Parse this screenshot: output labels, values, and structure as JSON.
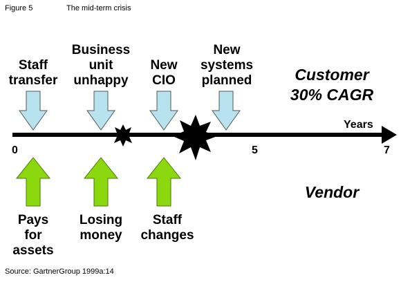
{
  "figure": {
    "label": "Figure 5",
    "title": "The mid-term crisis"
  },
  "source": "Source: GartnerGroup 1999a:14",
  "customer_events": [
    "Staff\ntransfer",
    "Business\nunit\nunhappy",
    "New\nCIO",
    "New\nsystems\nplanned"
  ],
  "vendor_events": [
    "Pays\nfor\nassets",
    "Losing\nmoney",
    "Staff\nchanges"
  ],
  "side_labels": {
    "customer": "Customer\n30% CAGR",
    "vendor": "Vendor"
  },
  "timeline": {
    "axis_label": "Years",
    "ticks": [
      "0",
      "5",
      "7"
    ]
  },
  "colors": {
    "customer_arrow": "#b7e3ee",
    "vendor_arrow": "#8cd80e",
    "axis": "#000000"
  }
}
